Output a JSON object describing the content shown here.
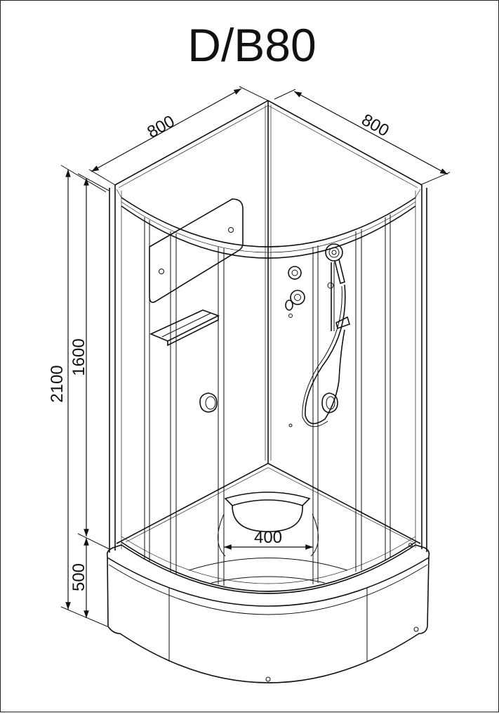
{
  "title": "D/B80",
  "dimensions": {
    "width_left": "800",
    "width_right": "800",
    "total_height": "2100",
    "cabin_height": "1600",
    "tray_height": "500",
    "seat_width": "400"
  }
}
